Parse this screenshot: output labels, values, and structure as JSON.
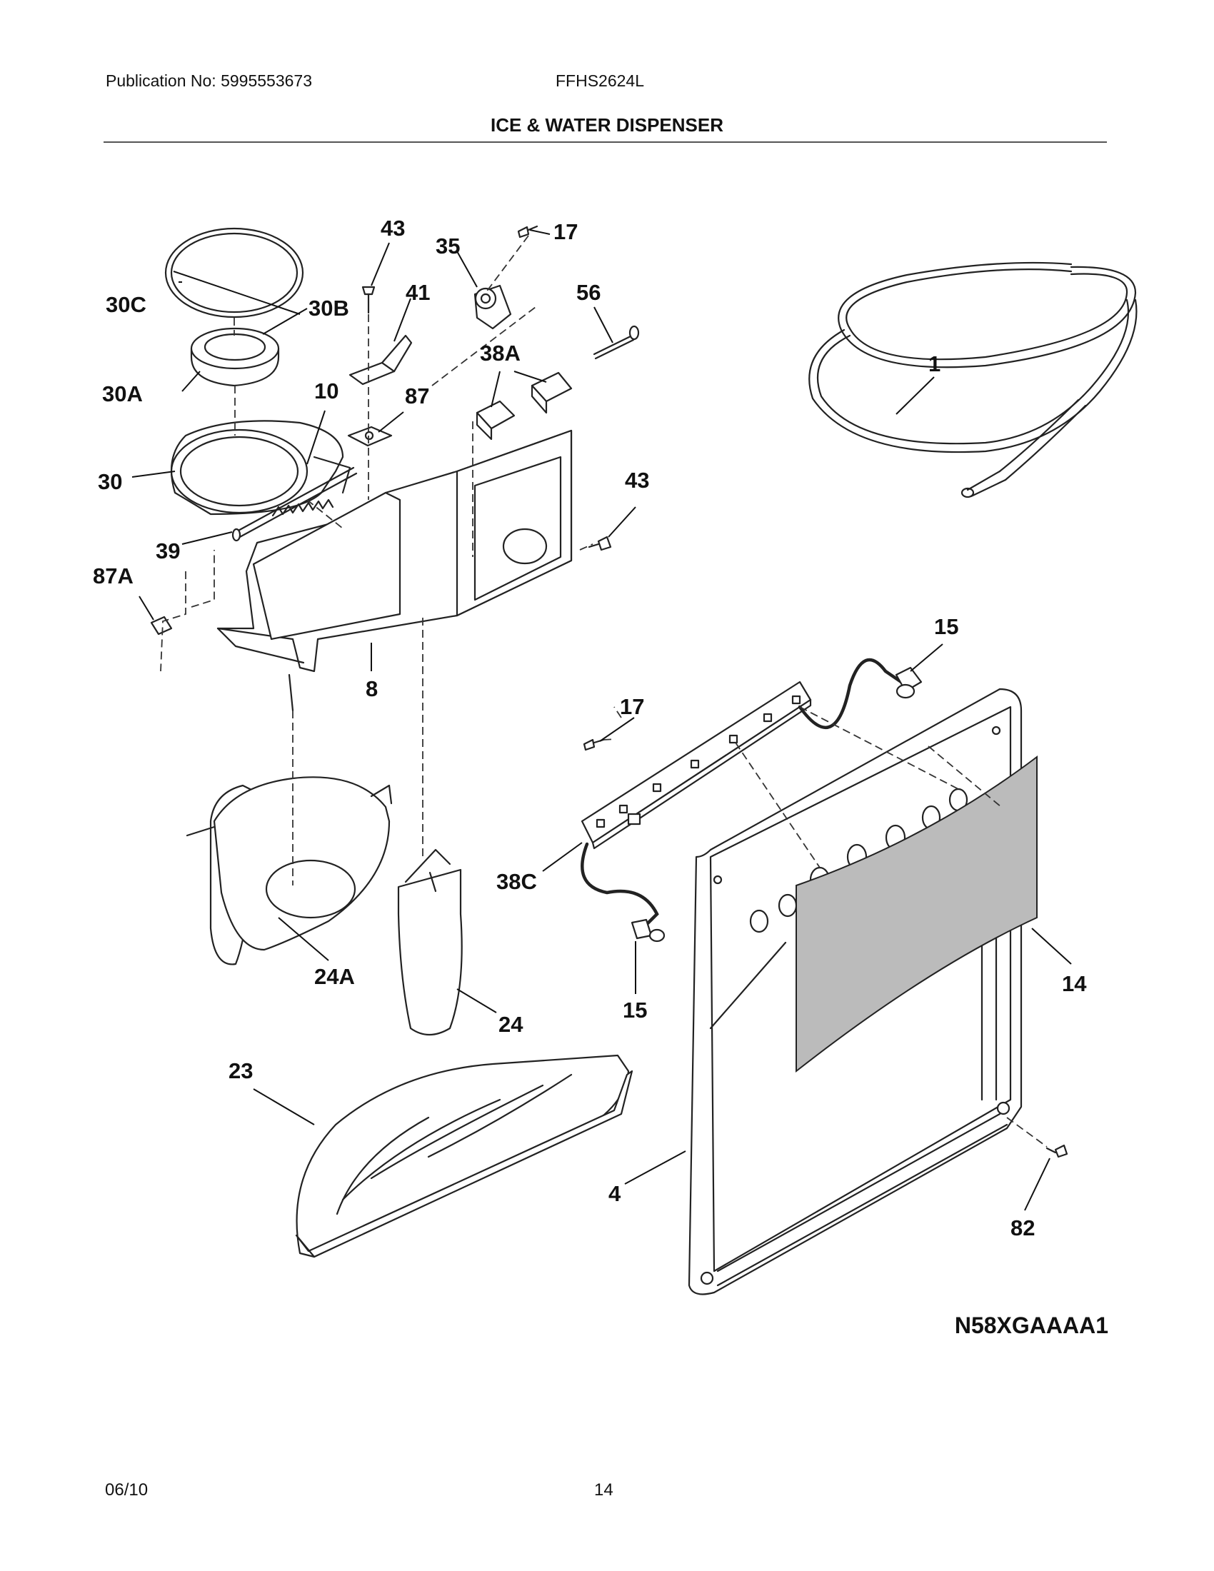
{
  "header": {
    "publication": "Publication No: 5995553673",
    "model": "FFHS2624L",
    "section_title": "ICE & WATER DISPENSER"
  },
  "diagram": {
    "code": "N58XGAAAA1",
    "callouts": {
      "c43a": "43",
      "c17a": "17",
      "c35": "35",
      "c41": "41",
      "c56": "56",
      "c30c": "30C",
      "c30b": "30B",
      "c38a": "38A",
      "c30a": "30A",
      "c10": "10",
      "c87": "87",
      "c1": "1",
      "c30": "30",
      "c43b": "43",
      "c39": "39",
      "c87a": "87A",
      "c8": "8",
      "c15a": "15",
      "c17b": "17",
      "c38c": "38C",
      "c24a": "24A",
      "c24": "24",
      "c15b": "15",
      "c14": "14",
      "c23": "23",
      "c4": "4",
      "c82": "82"
    }
  },
  "footer": {
    "date": "06/10",
    "page": "14"
  }
}
